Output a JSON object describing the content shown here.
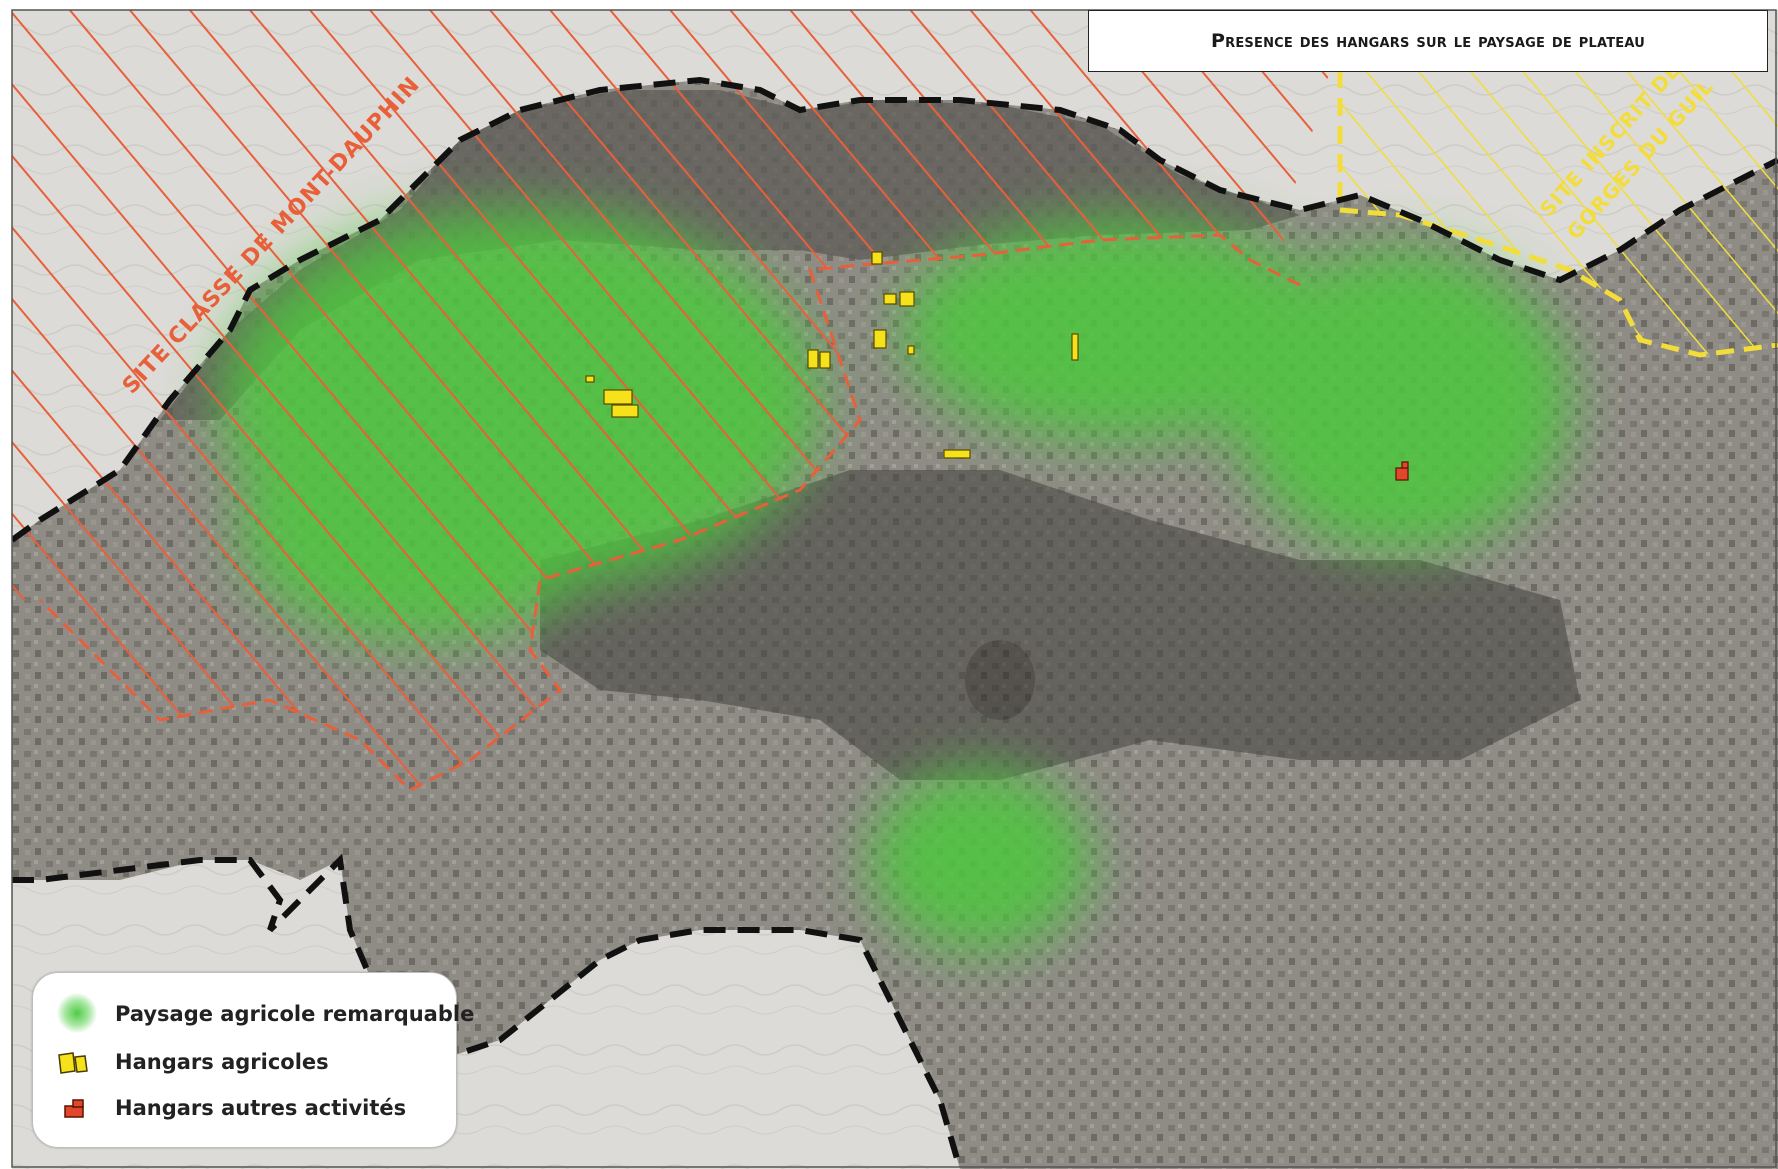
{
  "title": "Presence des hangars sur le paysage de plateau",
  "labels": {
    "site_classe": "SITE CLASSE DE MONT-DAUPHIN",
    "site_inscrit_line1": "SITE INSCRIT DES",
    "site_inscrit_line2": "GORGES DU GUIL"
  },
  "legend": {
    "items": [
      {
        "label": "Paysage agricole remarquable",
        "symbol": "green-blur",
        "color": "#4ec83c"
      },
      {
        "label": "Hangars agricoles",
        "symbol": "yellow-shed",
        "color": "#f5e21a"
      },
      {
        "label": "Hangars autres activités",
        "symbol": "red-shed",
        "color": "#e0472d"
      }
    ]
  },
  "colors": {
    "terrain": "#8f8c86",
    "plateau_dark": "#5e5b55",
    "outside": "#d9d8d4",
    "site_classe_hatch": "#e8603a",
    "site_inscrit_hatch": "#f3dd3a",
    "boundary": "#111111",
    "agri_green": "#4ec83c",
    "hangar_yellow": "#f5e21a",
    "hangar_red": "#e0472d"
  }
}
